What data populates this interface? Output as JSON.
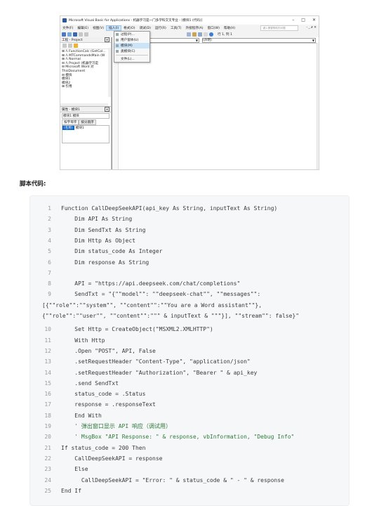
{
  "window": {
    "title": "Microsoft Visual Basic for Applications - 机器学习是一门多学科交叉专业 - [模块1 (代码)]",
    "buttons": [
      "–",
      "□",
      "✕"
    ]
  },
  "menu": {
    "items": [
      "文件(F)",
      "编辑(E)",
      "视图(V)",
      "插入(I)",
      "格式(O)",
      "调试(D)",
      "运行(R)",
      "工具(T)",
      "外接程序(A)",
      "窗口(W)",
      "帮助(H)"
    ],
    "active_index": 3,
    "help_placeholder": "键入需要帮助的问题",
    "right_controls": "- _ ∂ ✕"
  },
  "toolbar": {
    "position": "行 1, 列 1"
  },
  "insert_menu": {
    "items": [
      "过程(P)...",
      "用户窗体(U)",
      "模块(M)",
      "类模块(C)",
      "文件(L)..."
    ],
    "highlighted_index": 2
  },
  "project_pane": {
    "title": "工程 - Project",
    "tree": [
      "⊞ 𝔸 FunctionCalc (GetCol...",
      "⊞ 𝔸 MTCommandsMain (W",
      "⊞ 𝔸 Normal",
      "⊟ 𝔸 Project (机器学习是",
      "  ⊟ Microsoft Word 对",
      "      ThisDocument",
      "  ⊟ 模块",
      "      模块1",
      "      模块2",
      "  ⊞ 引用"
    ]
  },
  "properties_pane": {
    "title": "属性 - 模块1",
    "selected": "模块1 模块",
    "tabs": [
      "按字母序",
      "按分类序"
    ],
    "row_key": "(名称)",
    "row_value": "模块1"
  },
  "editor": {
    "left_combo": "(通用)",
    "right_combo": "(声明)"
  },
  "heading": "脚本代码:",
  "code": {
    "lines": [
      {
        "n": "1",
        "t": "Function CallDeepSeekAPI(api_key As String, inputText As String)"
      },
      {
        "n": "2",
        "t": "    Dim API As String"
      },
      {
        "n": "3",
        "t": "    Dim SendTxt As String"
      },
      {
        "n": "4",
        "t": "    Dim Http As Object"
      },
      {
        "n": "5",
        "t": "    Dim status_code As Integer"
      },
      {
        "n": "6",
        "t": "    Dim response As String"
      },
      {
        "n": "7",
        "t": ""
      },
      {
        "n": "8",
        "t": "    API = \"https://api.deepseek.com/chat/completions\""
      },
      {
        "n": "9",
        "t": "    SendTxt = \"{\"\"model\"\": \"\"deepseek-chat\"\", \"\"messages\"\":"
      },
      {
        "n": "",
        "t": "[{\"\"role\"\":\"\"system\"\", \"\"content\"\":\"\"You are a Word assistant\"\"},"
      },
      {
        "n": "",
        "t": "{\"\"role\"\":\"\"user\"\", \"\"content\"\":\"\"\" & inputText & \"\"\"}], \"\"stream\"\": false}\""
      },
      {
        "n": "10",
        "t": "    Set Http = CreateObject(\"MSXML2.XMLHTTP\")"
      },
      {
        "n": "11",
        "t": "    With Http"
      },
      {
        "n": "12",
        "t": "    .Open \"POST\", API, False"
      },
      {
        "n": "13",
        "t": "    .setRequestHeader \"Content-Type\", \"application/json\""
      },
      {
        "n": "14",
        "t": "    .setRequestHeader \"Authorization\", \"Bearer \" & api_key"
      },
      {
        "n": "15",
        "t": "    .send SendTxt"
      },
      {
        "n": "16",
        "t": "    status_code = .Status"
      },
      {
        "n": "17",
        "t": "    response = .responseText"
      },
      {
        "n": "18",
        "t": "    End With"
      },
      {
        "n": "19",
        "t": "    ' 弹出窗口显示 API 响应（调试用）"
      },
      {
        "n": "20",
        "t": "    ' MsgBox \"API Response: \" & response, vbInformation, \"Debug Info\""
      },
      {
        "n": "21",
        "t": "If status_code = 200 Then"
      },
      {
        "n": "22",
        "t": "    CallDeepSeekAPI = response"
      },
      {
        "n": "23",
        "t": "    Else"
      },
      {
        "n": "24",
        "t": "      CallDeepSeekAPI = \"Error: \" & status_code & \" - \" & response"
      },
      {
        "n": "25",
        "t": "End If"
      }
    ]
  }
}
